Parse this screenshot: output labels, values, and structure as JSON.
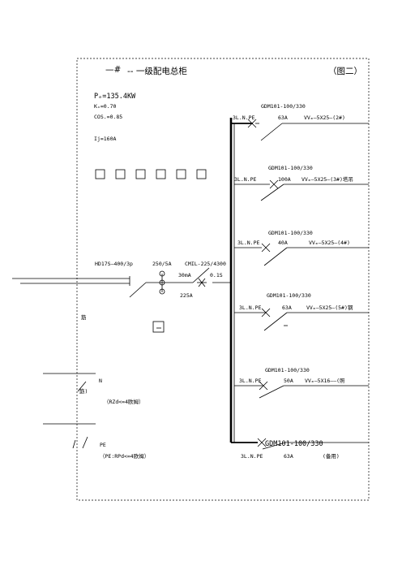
{
  "header": {
    "panel_no": "—#",
    "title": "-- 一级配电总柜",
    "figure_label": "（图二）"
  },
  "params": {
    "pe": "Pₑ=135.4KW",
    "kx": "Kₓ=0.70",
    "cos": "COS.=0.85",
    "ij": "Ij=160A"
  },
  "incoming": {
    "breaker": "HD17S—400/3p",
    "ct": "250/5A",
    "rcd": "CMIL-225/4300",
    "rcd_current": "30mA",
    "rcd_time": "0.1S",
    "rating": "225A"
  },
  "side_labels": {
    "left_tail": "筋",
    "n_line": "N",
    "n_note": "（RZd<=4欧姆）",
    "left_tail_2": "筯)",
    "pe_line": "PE",
    "pe_note": "（PE:RPd<=4欧姆）"
  },
  "feeders": [
    {
      "model": "GDM101-100/330",
      "phase": "3L.N.PE",
      "current": "63A",
      "cable": "VVₘ—5X25—(2#)"
    },
    {
      "model": "GDM101-100/330",
      "phase": "3L.N.PE",
      "current": "100A",
      "cable": "VVₘ—5X25—(3#)塔吊"
    },
    {
      "model": "GDM101-100/330",
      "phase": "3L.N.PE",
      "current": "40A",
      "cable": "VVₘ—5X25—(4#)"
    },
    {
      "model": "GDM101-100/330",
      "phase": "3L.N.PE",
      "current": "63A",
      "cable": "VVₘ—5X25—(5#)钢"
    },
    {
      "model": "GDM101-100/330",
      "phase": "3L.N.PE",
      "current": "50A",
      "cable": "VVₘ—5X16——(照"
    },
    {
      "model": "GDM101-100/330",
      "phase": "3L.N.PE",
      "current": "63A",
      "cable": "(备用)"
    }
  ]
}
